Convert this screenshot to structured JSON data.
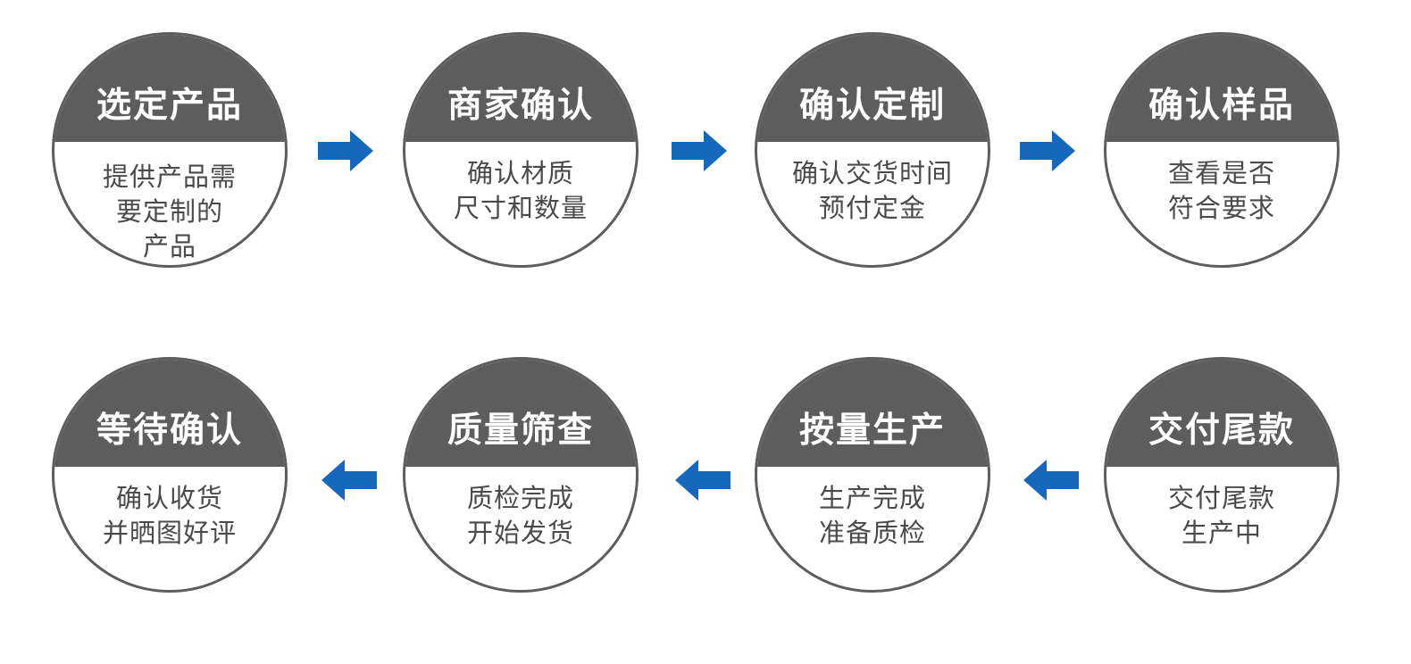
{
  "colors": {
    "header": "#5d5d5d",
    "border": "#5d5d5d",
    "arrow": "#1668bd",
    "text": "#4a4a4a"
  },
  "steps": [
    {
      "title": "选定产品",
      "lines": [
        "提供产品需",
        "要定制的",
        "产品"
      ]
    },
    {
      "title": "商家确认",
      "lines": [
        "确认材质",
        "尺寸和数量"
      ]
    },
    {
      "title": "确认定制",
      "lines": [
        "确认交货时间",
        "预付定金"
      ]
    },
    {
      "title": "确认样品",
      "lines": [
        "查看是否",
        "符合要求"
      ]
    },
    {
      "title": "交付尾款",
      "lines": [
        "交付尾款",
        "生产中"
      ]
    },
    {
      "title": "按量生产",
      "lines": [
        "生产完成",
        "准备质检"
      ]
    },
    {
      "title": "质量筛查",
      "lines": [
        "质检完成",
        "开始发货"
      ]
    },
    {
      "title": "等待确认",
      "lines": [
        "确认收货",
        "并晒图好评"
      ]
    }
  ],
  "arrows": [
    {
      "direction": "right",
      "icon": "arrow-right-icon"
    },
    {
      "direction": "right",
      "icon": "arrow-right-icon"
    },
    {
      "direction": "right",
      "icon": "arrow-right-icon"
    },
    {
      "direction": "left",
      "icon": "arrow-left-icon"
    },
    {
      "direction": "left",
      "icon": "arrow-left-icon"
    },
    {
      "direction": "left",
      "icon": "arrow-left-icon"
    }
  ]
}
